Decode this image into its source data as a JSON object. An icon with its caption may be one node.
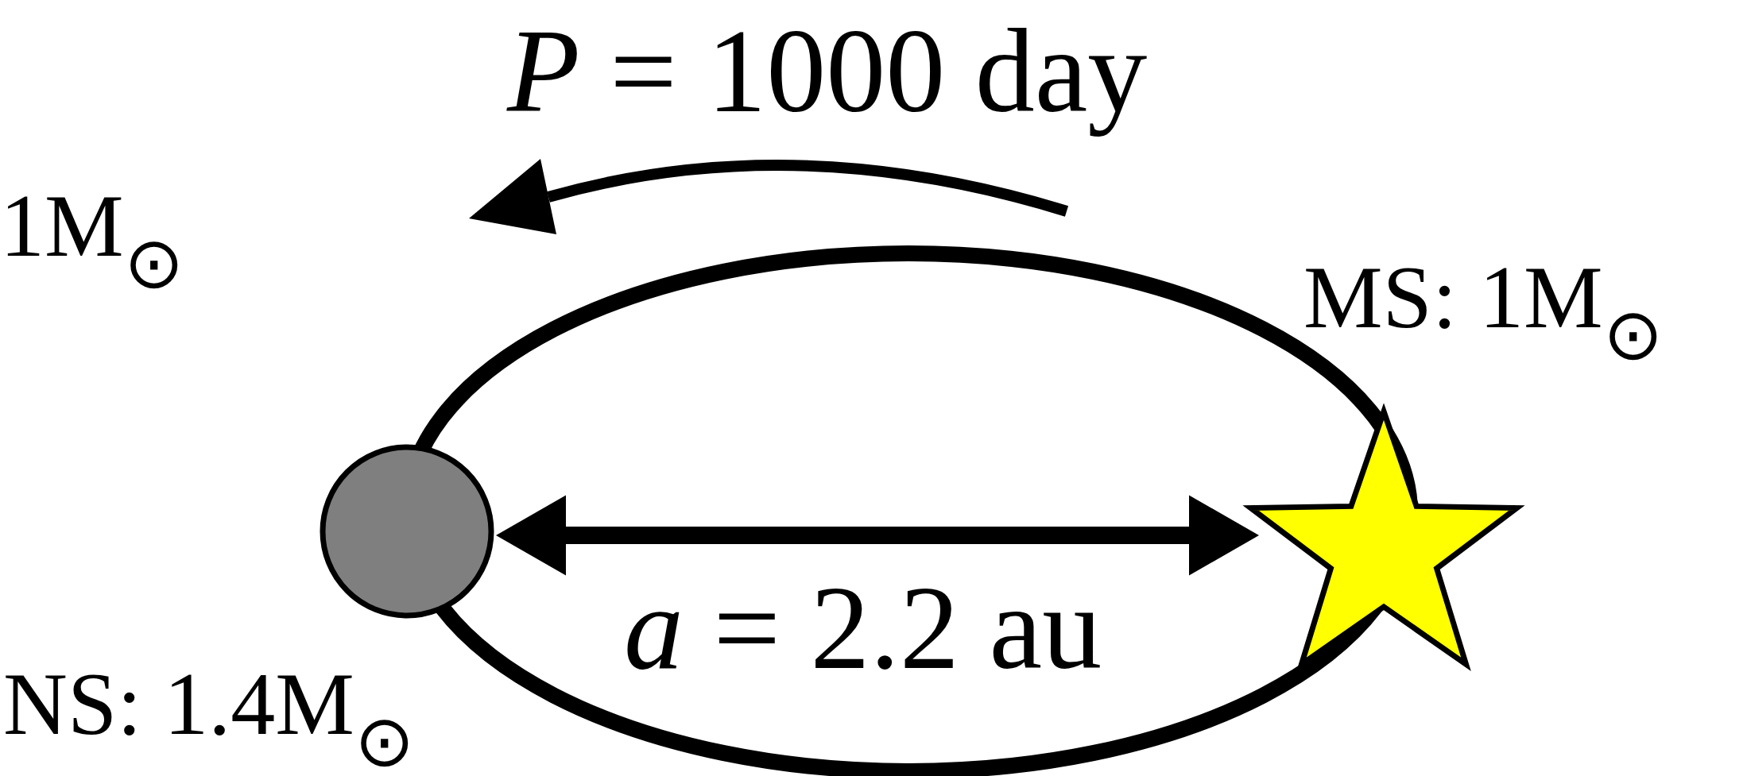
{
  "diagram": {
    "nodes": [
      {
        "text": [],
        "shape": "circle",
        "beside": [
          "NS: 1.4M$_{⊙}$"
        ]
      },
      {
        "text": [],
        "shape": "star",
        "beside": [
          "MS: 1M$_{⊙}$"
        ]
      }
    ],
    "edges": [
      {
        "from": 0,
        "to": 1,
        "arrow": "both",
        "label": "*a* = 2.2 au"
      }
    ],
    "labels": [
      "*P* = 1000 day",
      "1M$_{⊙}$"
    ]
  }
}
